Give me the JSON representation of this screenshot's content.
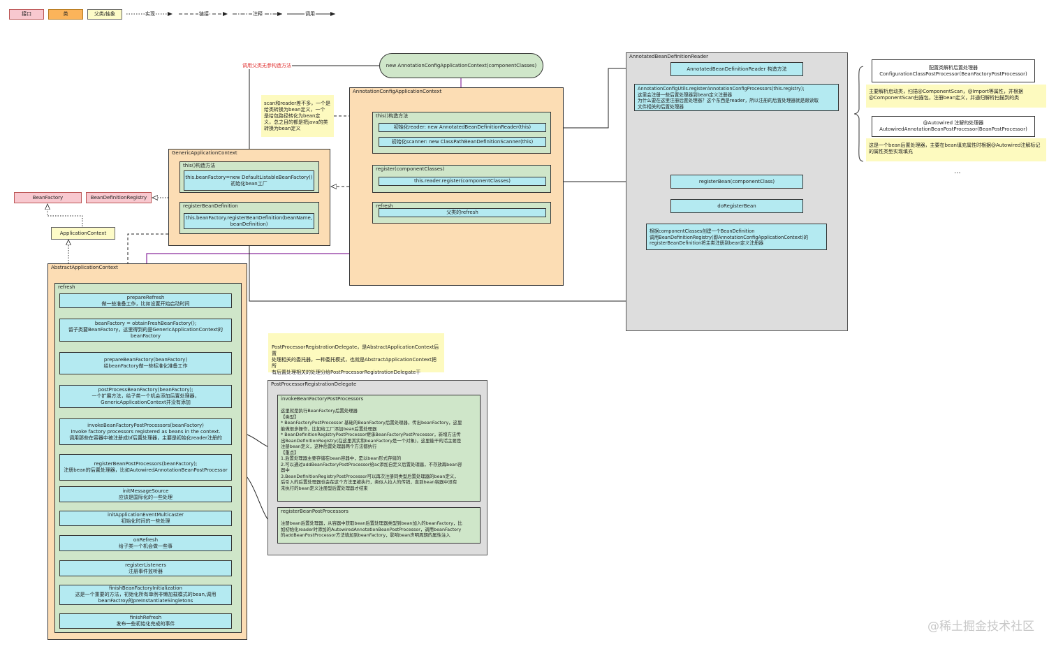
{
  "legend": {
    "interface": "接口",
    "class": "类",
    "parent_abstract": "父类/抽象",
    "implements": "实现",
    "chain": "链接",
    "comment": "注释",
    "calls": "调用"
  },
  "top": {
    "start_node": "new AnnotationConfigApplicationContext(componentClasses)",
    "call_parent_label": "调用父类无参构造方法"
  },
  "note_scan": "scan和reader差不多，一个是\n给类转换为bean定义，一个\n是给包路径转化为bean定\n义，总之目的都是把java的类\n转换为bean定义",
  "annot_ctx": {
    "title": "AnnotationConfigApplicationContext",
    "ctor_title": "this()构造方法",
    "ctor_reader": "初始化reader: new AnnotatedBeanDefinitionReader(this)",
    "ctor_scanner": "初始化scanner: new ClassPathBeanDefinitionScanner(this)",
    "register_title": "register(componentClasses)",
    "register_call": "this.reader.register(componentClasses)",
    "refresh_title": "refresh",
    "refresh_call": "父类的refresh"
  },
  "generic_ctx": {
    "title": "GenericApplicationContext",
    "ctor_title": "this()构造方法",
    "ctor_body": "this.beanFactory=new DefaultListableBeanFactory()\n初始化bean工厂",
    "rbd_title": "registerBeanDefinition",
    "rbd_body": "this.beanFactory.registerBeanDefinition(beanName,\nbeanDefinition)"
  },
  "interfaces": {
    "bean_factory": "BeanFactory",
    "bean_def_registry": "BeanDefinitionRegistry",
    "application_context": "ApplicationContext"
  },
  "abstract_ctx": {
    "title": "AbstractApplicationContext",
    "refresh_title": "refresh",
    "steps": [
      "prepareRefresh\n做一些准备工作，比如设置开始启动时间",
      "beanFactory = obtainFreshBeanFactory();\n留子类要BeanFactory，这里得到的是GenericApplicationContext的\nbeanFactory",
      "prepareBeanFactory(beanFactory)\n给beanFactory做一些标准化准备工作",
      "postProcessBeanFactory(beanFactory);\n一个扩展方法，给子类一个机会添加后置处理器，\nGenericApplicationContext并没有添加",
      "invokeBeanFactoryPostProcessors(beanFactory)\nInvoke factory processors registered as beans in the context.\n调用那些在容器中被注册成bf后置处理器，主要是初始化reader注册的",
      "registerBeanPostProcessors(beanFactory);\n注册bean的后置处理器，比如AutowiredAnnotationBeanPostProcessor",
      "initMessageSource\n应该是国际化的一些处理",
      "initApplicationEventMulticaster\n初始化时间的一些处理",
      "onRefresh\n给子类一个机会做一些事",
      "registerListeners\n注册事件监听器",
      "finishBeanFactoryInitialization\n这是一个重要的方法，初始化所有单例非懒加载模式的bean,调用\nbeanFactroy的preInstantiateSingletons",
      "finishRefresh\n发布一些初始化完成的事件"
    ]
  },
  "reader": {
    "title": "AnnotatedBeanDefinitionReader",
    "ctor": "AnnotatedBeanDefinitionReader 构造方法",
    "utils": "AnnotationConfigUtils.registerAnnotationConfigProcessors(this.registry);\n这里会注册一些后置处理器到bean定义注册器\n为什么要在这里注册后置处理器？这个东西是reader，所以注册的后置处理器就是跟读取\n文件相关的后置处理器",
    "register_bean": "registerBean(componentClass)",
    "do_register_bean": "doRegisterBean",
    "create_bd": "根据componentClasses创建一个BeanDefinition\n调用BeanDefinitionRegistry(即AnnotationConfigApplicationContext)的\nregisterBeanDefinition将主类注册到bean定义注册器"
  },
  "right_notes": {
    "p1_title": "配置类解析后置处理器\nConfigurationClassPostProcessor(BeanFactoryPostProcessor)",
    "p1_desc": "主要解析启动类，扫描@ComponentScan，@Import等属性，并根据\n@ComponentScan扫描包，注册bean定义，并通归解析扫描到的类",
    "p2_title": "@Autowired 注解的处理器\nAutowiredAnnotationBeanPostProcessor(BeanPostProcessor)",
    "p2_desc": "这是一个bean后置处理器，主要在bean填充属性时根据@Autowired注解标记\n的属性类型实现填充",
    "ellipsis": "..."
  },
  "delegate_note": "PostProcessorRegistrationDelegate，是AbstractApplicationContext后置\n处理相关的委托器，一种委托模式，也就是AbstractApplicationContext把所\n有后置处理相关的处理分给PostProcessorRegistrationDelegate干",
  "delegate": {
    "title": "PostProcessorRegistrationDelegate",
    "ibfpp_title": "invokeBeanFactoryPostProcessors",
    "ibfpp_body": "这里就是执行BeanFactory后置处理器\n【类型】\n* BeanFactoryPostProcessor 基础的BeanFactory后置处理器，传出beanFactory，这里\n能做很多操作，比如给工厂添加bean后置处理器\n* BeanDefinitionRegistryPostProcessor继承BeanFactoryPostProcessor，新增方法传\n出BeanDefinitionRegistry(在这里其实和beanFactory是一个对象)，这里能干的活主要是\n注册bean定义，这种后置处理器两个方法都执行\n【重点】\n1.后置处理器主要存储在bean容器中，是以bean形式存储的\n2.可以通过addBeanFactoryPostProcessor给ac添加自定义后置处理器，不存放再bean容\n器中\n3.BeanDefinitionRegistryPostProcessor可以再次注册同类型后置处理器的bean定义，\n后引入的后置处理器也会在这个方法里被执行，类似人拉人的传销，直到bean容器中没有\n未执行的bean定义注册型后置处理器才结束",
    "rbpp_title": "registerBeanPostProcessors",
    "rbpp_body": "注册bean后置处理器，从容器中获取bean后置处理器类型到bean加入的beanFactory，比\n如初始化reader时添加的AutowiredAnnotationBeanPostProcessor，调用beanFactory\n的addBeanPostProcessor方法填加到beanFactory，影响bean声明周期的属性注入"
  },
  "watermark": "@稀土掘金技术社区"
}
